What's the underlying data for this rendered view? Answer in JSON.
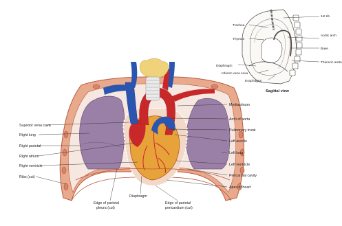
{
  "sagittal": {
    "title": "Sagittal view",
    "labels": {
      "trachea": "Trachea",
      "thymus": "Thymus",
      "diaphragm": "Diaphragm",
      "inferior_vena_cava": "Inferior vena cava",
      "esophagus": "Esophagus",
      "first_rib": "1st rib",
      "aortic_arch": "Aortic arch",
      "base": "Base",
      "thoracic_aorta": "Thoracic aorta"
    }
  },
  "frontal": {
    "left_labels": {
      "superior_vena_cava": "Superior vena cava",
      "right_lung": "Right lung",
      "right_parietal": "Right parietal",
      "right_atrium": "Right atrium",
      "right_ventricle": "Right ventricle",
      "ribs": "Ribs (cut)"
    },
    "right_labels": {
      "mediastinum": "Mediastinum",
      "arch_of_aorta": "Arch of aorta",
      "pulmonary_trunk": "Pulmonary trunk",
      "left_auricle": "Left auricle",
      "left_lung": "Left lung",
      "left_ventricle": "Left ventricle",
      "pericardial_cavity": "Pericardial cavity",
      "apex_of_heart": "Apex of heart"
    },
    "bottom_labels": {
      "diaphragm": "Diaphragm",
      "edge_parietal_pleura_1": "Edge of parietal",
      "edge_parietal_pleura_2": "pleura (cut)",
      "edge_parietal_pericardium_1": "Edge of parietal",
      "edge_parietal_pericardium_2": "pericardium (cut)"
    }
  },
  "colors": {
    "rib_wall": "#e8a98d",
    "rib_outline": "#b85a3c",
    "lung": "#9a7fa6",
    "lung_shadow": "#7e6390",
    "heart_red": "#c8282a",
    "heart_orange": "#e8a23a",
    "vein_blue": "#2a56b0",
    "pericardium_cavity": "#f3d7c7"
  }
}
